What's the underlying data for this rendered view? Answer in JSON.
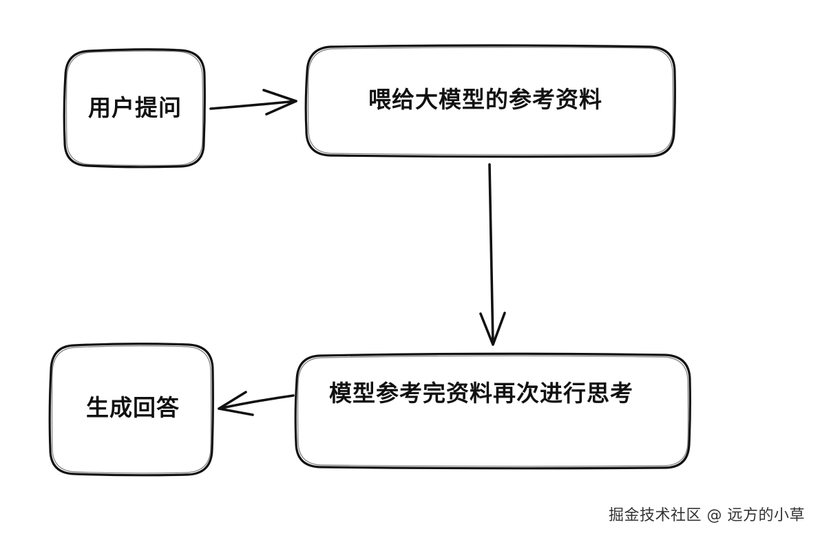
{
  "diagram": {
    "nodes": {
      "user_question": "用户提问",
      "reference_material": "喂给大模型的参考资料",
      "model_thinking": "模型参考完资料再次进行思考",
      "generate_answer": "生成回答"
    }
  },
  "watermark": {
    "text": "掘金技术社区 @ 远方的小草"
  },
  "colors": {
    "ink": "#111111",
    "background": "#ffffff",
    "watermark": "#333333"
  }
}
